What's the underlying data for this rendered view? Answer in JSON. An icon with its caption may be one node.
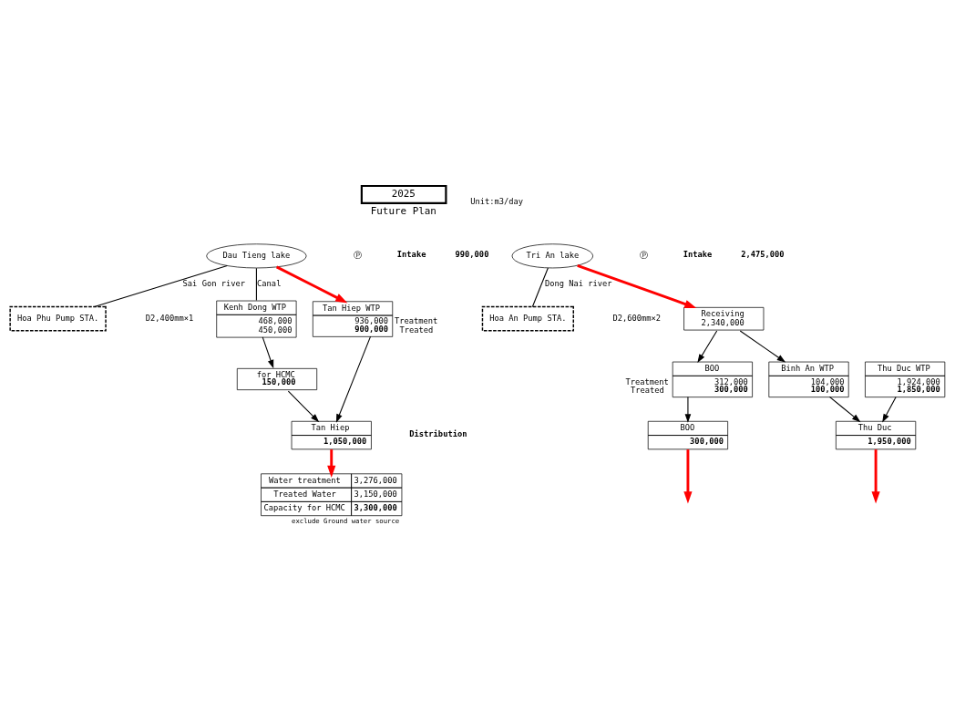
{
  "diagram": {
    "nodes": [
      {
        "text": [
          "2025"
        ],
        "beside": [
          "Future Plan"
        ]
      },
      {
        "text": [
          "Dau Tieng lake"
        ]
      },
      {
        "text": [
          "Tri An lake"
        ]
      },
      {
        "text": [
          "Hoa Phu Pump STA."
        ]
      },
      {
        "text": [
          "Hoa An Pump STA."
        ]
      },
      {
        "text": [
          "Kenh Dong WTP",
          "468,000",
          "450,000"
        ]
      },
      {
        "text": [
          "Tan Hiep WTP",
          "936,000",
          "900,000"
        ],
        "beside": [
          "Treatment",
          "Treated"
        ]
      },
      {
        "text": [
          "Receiving",
          "2,340,000"
        ]
      },
      {
        "text": [
          "for HCMC",
          "150,000"
        ]
      },
      {
        "text": [
          "BOO",
          "312,000",
          "300,000"
        ],
        "beside": [
          "Treatment",
          "Treated"
        ]
      },
      {
        "text": [
          "Thu Duc WTP",
          "1,924,000",
          "1,850,000"
        ]
      },
      {
        "text": [
          "Binh An WTP",
          "104,000",
          "100,000"
        ]
      },
      {
        "text": [
          "Tan Hiep",
          "1,050,000"
        ]
      },
      {
        "text": [
          "BOO",
          "300,000"
        ]
      },
      {
        "text": [
          "Thu Duc",
          "1,950,000"
        ]
      },
      {
        "text": [
          "Water treatment",
          "3,276,000",
          "Treated Water",
          "3,150,000",
          "Capacity for HCMC",
          "3,300,000"
        ],
        "beside": [
          "exclude Ground water source"
        ]
      }
    ],
    "edges": [
      {
        "from": 1,
        "to": 5,
        "arrow": "none",
        "label": "Canal"
      },
      {
        "from": 1,
        "to": 6,
        "arrow": "to",
        "style": "thick",
        "color": "#ff0000"
      },
      {
        "from": 1,
        "to": 3,
        "arrow": "none",
        "label": "Sai Gon river"
      },
      {
        "from": 2,
        "to": 4,
        "arrow": "none",
        "label": "Dong Nai river"
      },
      {
        "from": 2,
        "to": 7,
        "arrow": "to",
        "style": "thick",
        "color": "#ff0000"
      },
      {
        "from": 5,
        "to": 8,
        "arrow": "to"
      },
      {
        "from": 6,
        "to": 12,
        "arrow": "to"
      },
      {
        "from": 8,
        "to": 12,
        "arrow": "to"
      },
      {
        "from": 7,
        "to": 9,
        "arrow": "to"
      },
      {
        "from": 7,
        "to": 11,
        "arrow": "to"
      },
      {
        "from": 9,
        "to": 13,
        "arrow": "to"
      },
      {
        "from": 10,
        "to": 14,
        "arrow": "to"
      },
      {
        "from": 11,
        "to": 14,
        "arrow": "to"
      },
      {
        "from": 12,
        "to": 15,
        "arrow": "to",
        "style": "thick",
        "color": "#ff0000"
      },
      {
        "from": 13,
        "to": null,
        "arrow": "to",
        "style": "thick",
        "color": "#ff0000"
      },
      {
        "from": 14,
        "to": null,
        "arrow": "to",
        "style": "thick",
        "color": "#ff0000"
      }
    ],
    "labels": [
      "Unit:m3/day",
      "Ⓟ",
      "Intake",
      "990,000",
      "Ⓟ",
      "Intake",
      "2,475,000",
      "D2,400mm×1",
      "D2,600mm×2",
      "Distribution"
    ]
  }
}
